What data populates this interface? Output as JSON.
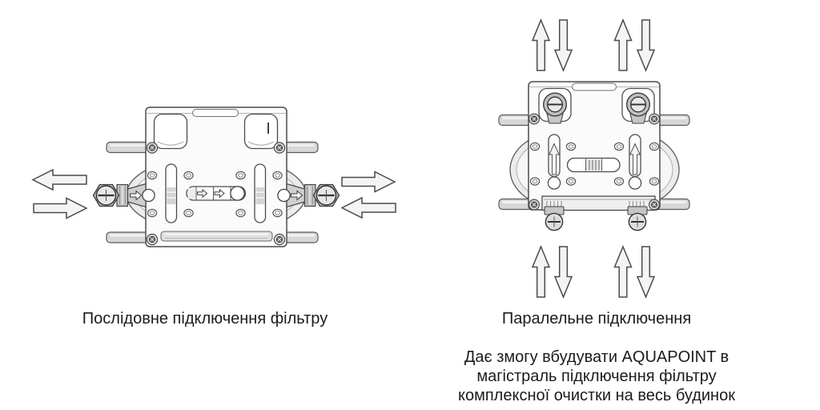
{
  "colors": {
    "background": "#ffffff",
    "text-color": "#1c1c1c",
    "line-color": "#4a4a4a",
    "arrow-fill": "#f4f4f4"
  },
  "left_figure": {
    "caption": "Послідовне підключення фільтру",
    "flow_arrows": {
      "left_top": "left",
      "left_bottom": "right",
      "right_top": "right",
      "right_bottom": "left"
    }
  },
  "right_figure": {
    "caption": "Паралельне підключення",
    "flow_arrows": {
      "top": [
        "up",
        "down",
        "up",
        "down"
      ],
      "bottom": [
        "up",
        "down",
        "up",
        "down"
      ]
    },
    "description_lines": [
      "Дає змогу вбудувати AQUAPOINT в",
      "магістраль підключення фільтру",
      "комплексної очистки на весь будинок"
    ]
  }
}
